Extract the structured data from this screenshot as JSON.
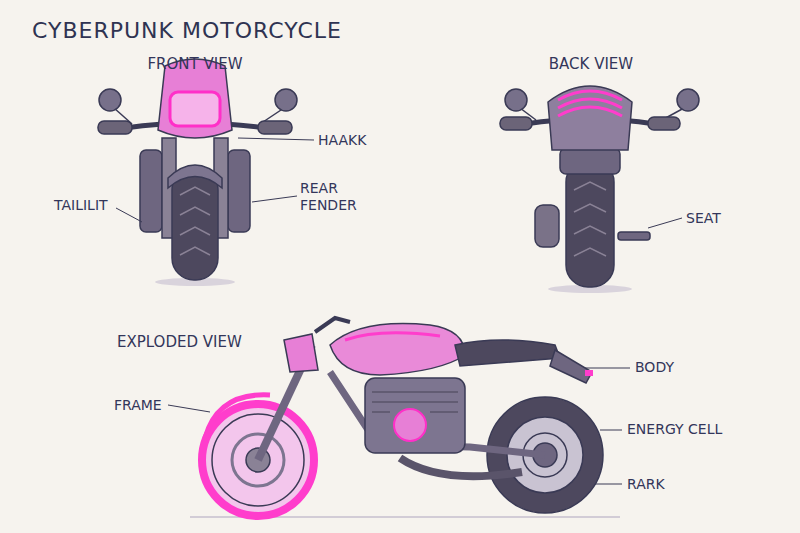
{
  "diagram": {
    "title": "CYBERPUNK MOTORCYCLE",
    "labels": [
      "FRONT VIEW",
      "HAAKK",
      "TAILILIT",
      "REAR FENDER",
      "BACK VIEW",
      "SEAT",
      "EXPLODED VIEW",
      "FRAME",
      "BODY",
      "ENERGY CELL",
      "RARK"
    ]
  }
}
